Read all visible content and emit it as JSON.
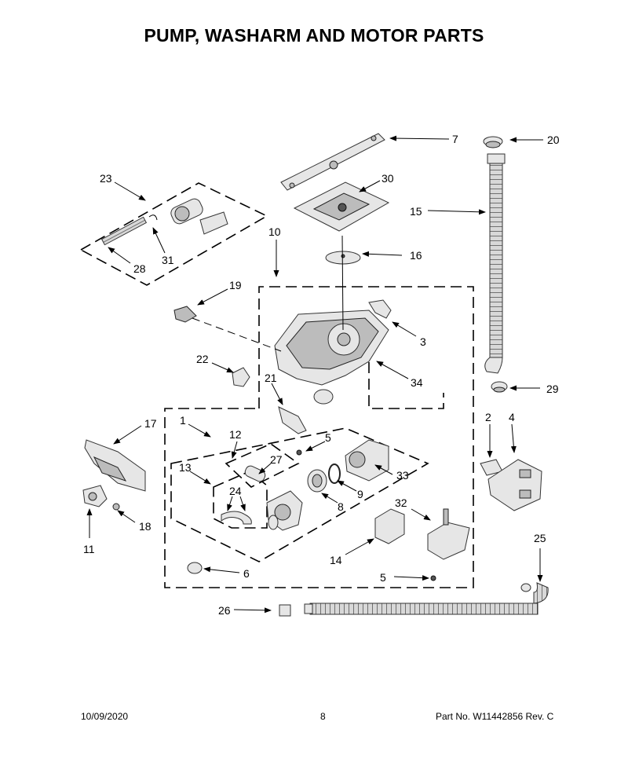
{
  "title": "PUMP, WASHARM AND MOTOR PARTS",
  "footer": {
    "date": "10/09/2020",
    "page": "8",
    "part_no": "Part No.  W11442856  Rev.  C"
  },
  "callouts": [
    "1",
    "2",
    "3",
    "4",
    "5",
    "5",
    "6",
    "7",
    "8",
    "9",
    "10",
    "11",
    "12",
    "13",
    "14",
    "15",
    "16",
    "17",
    "18",
    "19",
    "20",
    "21",
    "22",
    "23",
    "24",
    "25",
    "26",
    "27",
    "28",
    "29",
    "30",
    "31",
    "32",
    "33",
    "34"
  ]
}
